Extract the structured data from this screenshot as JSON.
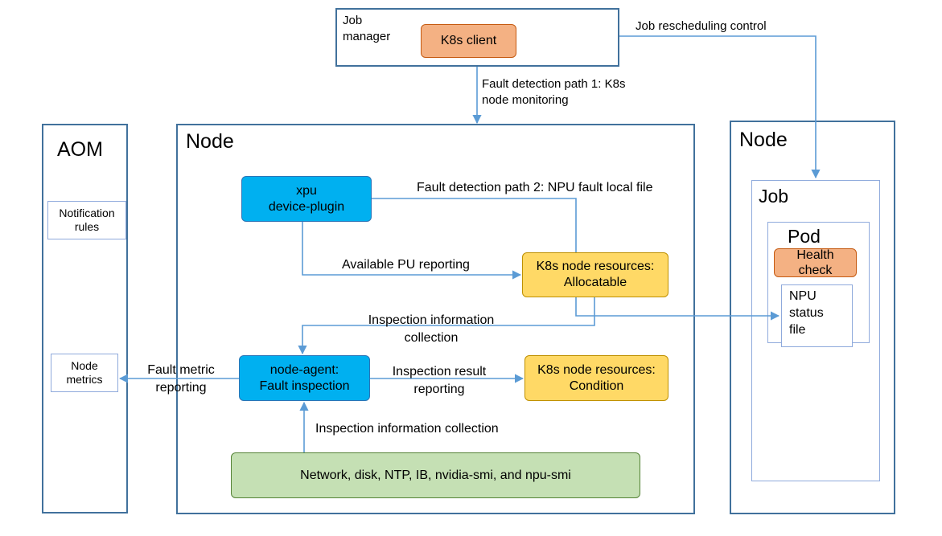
{
  "job_manager": {
    "title": "Job\nmanager",
    "k8s_client": "K8s client"
  },
  "labels": {
    "rescheduling": "Job rescheduling control",
    "fault_path_1": "Fault detection path 1: K8s\nnode monitoring",
    "fault_path_2": "Fault detection path 2: NPU fault local file",
    "available_pu": "Available PU reporting",
    "inspection_info_1": "Inspection information\ncollection",
    "fault_metric": "Fault metric\nreporting",
    "inspection_result": "Inspection result\nreporting",
    "inspection_info_2": "Inspection information collection"
  },
  "aom": {
    "title": "AOM",
    "notification_rules": "Notification\nrules",
    "node_metrics": "Node\nmetrics"
  },
  "node_main": {
    "title": "Node",
    "xpu_plugin": "xpu\ndevice-plugin",
    "allocatable": "K8s node resources:\nAllocatable",
    "node_agent": "node-agent:\nFault inspection",
    "condition": "K8s node resources:\nCondition",
    "checks": "Network, disk, NTP, IB, nvidia-smi, and npu-smi"
  },
  "node_right": {
    "title": "Node",
    "job": "Job",
    "pod": "Pod",
    "health_check": "Health\ncheck",
    "npu_status_file": "NPU\nstatus\nfile"
  },
  "colors": {
    "frame": "#41719c",
    "arrow": "#5b9bd5",
    "blue_box": "#00b0f0",
    "orange_box": "#f4b183",
    "yellow_box": "#ffd966",
    "green_box": "#c5e0b4"
  }
}
